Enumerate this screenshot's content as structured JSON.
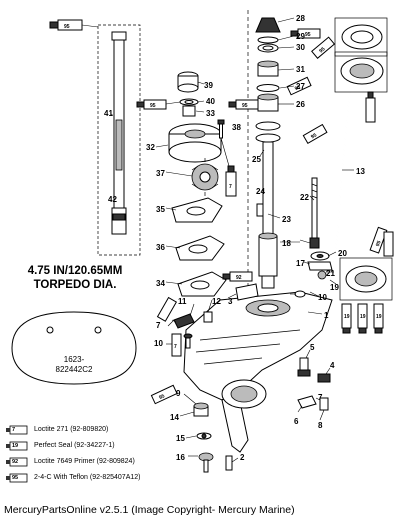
{
  "callouts": {
    "c1": "1",
    "c2": "2",
    "c3": "3",
    "c4": "4",
    "c5": "5",
    "c6": "6",
    "c7a": "7",
    "c7b": "7",
    "c8": "8",
    "c9": "9",
    "c10a": "10",
    "c10b": "10",
    "c11": "11",
    "c12": "12",
    "c13": "13",
    "c14": "14",
    "c15": "15",
    "c16": "16",
    "c17": "17",
    "c18": "18",
    "c19": "19",
    "c20": "20",
    "c21": "21",
    "c22": "22",
    "c23": "23",
    "c24": "24",
    "c25": "25",
    "c26": "26",
    "c27": "27",
    "c28": "28",
    "c29": "29",
    "c30": "30",
    "c31": "31",
    "c32": "32",
    "c33": "33",
    "c34": "34",
    "c35": "35",
    "c36": "36",
    "c37": "37",
    "c38": "38",
    "c39": "39",
    "c40": "40",
    "c41": "41",
    "c42": "42"
  },
  "tube_codes": {
    "t95": "95",
    "t7": "7",
    "t19": "19",
    "t92": "92"
  },
  "torpedo_title_line1": "4.75 IN/120.65MM",
  "torpedo_title_line2": "TORPEDO DIA.",
  "plate_code_line1": "1623-",
  "plate_code_line2": "822442C2",
  "legend": [
    {
      "code": "7",
      "text": "Loctite 271 (92-809820)"
    },
    {
      "code": "19",
      "text": "Perfect Seal (92-34227-1)"
    },
    {
      "code": "92",
      "text": "Loctite 7649 Primer (92-809824)"
    },
    {
      "code": "95",
      "text": "2-4-C  With Teflon (92-825407A12)"
    }
  ],
  "footer": "MercuryPartsOnline v2.5.1 (Image Copyright- Mercury Marine)"
}
